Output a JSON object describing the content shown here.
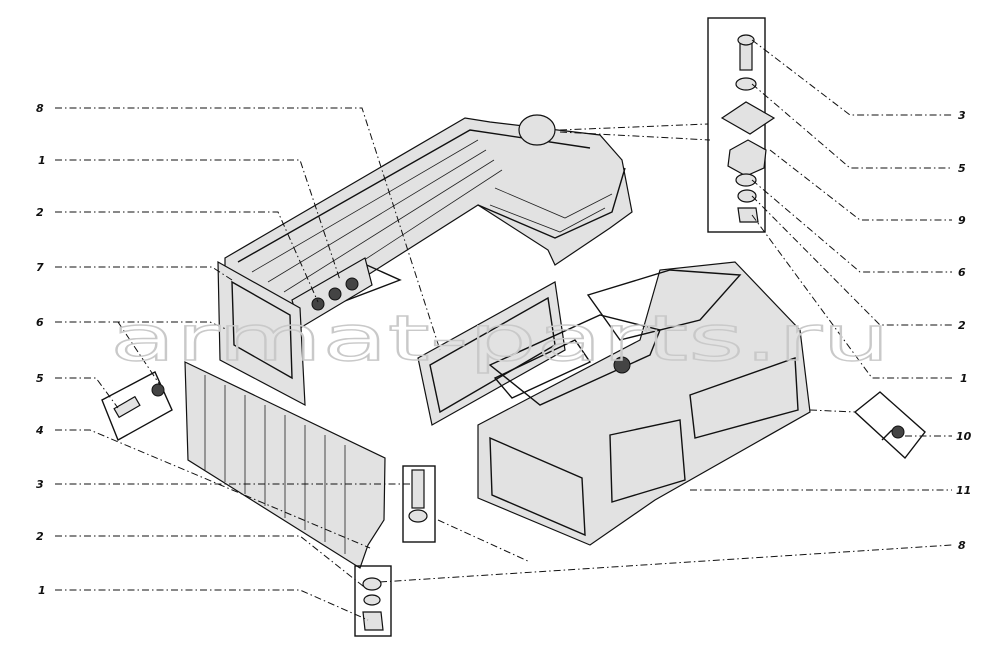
{
  "watermark": "armat-parts.ru",
  "callouts_left": [
    {
      "id": "left-8",
      "label": "8"
    },
    {
      "id": "left-1a",
      "label": "1"
    },
    {
      "id": "left-2a",
      "label": "2"
    },
    {
      "id": "left-7",
      "label": "7"
    },
    {
      "id": "left-6",
      "label": "6"
    },
    {
      "id": "left-5",
      "label": "5"
    },
    {
      "id": "left-4",
      "label": "4"
    },
    {
      "id": "left-3",
      "label": "3"
    },
    {
      "id": "left-2b",
      "label": "2"
    },
    {
      "id": "left-1b",
      "label": "1"
    }
  ],
  "callouts_right": [
    {
      "id": "right-3",
      "label": "3"
    },
    {
      "id": "right-5",
      "label": "5"
    },
    {
      "id": "right-9",
      "label": "9"
    },
    {
      "id": "right-6",
      "label": "6"
    },
    {
      "id": "right-2",
      "label": "2"
    },
    {
      "id": "right-1",
      "label": "1"
    },
    {
      "id": "right-10",
      "label": "10"
    },
    {
      "id": "right-11",
      "label": "11"
    },
    {
      "id": "right-8",
      "label": "8"
    }
  ]
}
